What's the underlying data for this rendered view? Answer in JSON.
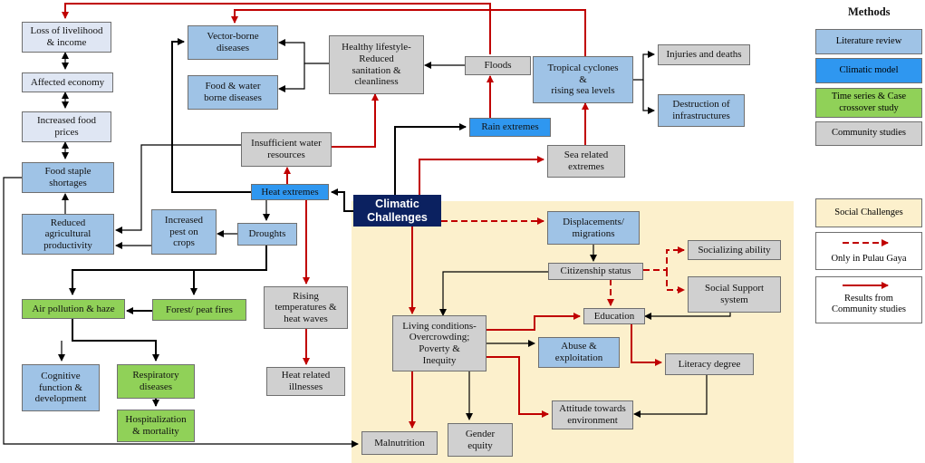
{
  "nodes": {
    "loss_livelihood": "Loss of livelihood\n& income",
    "affected_economy": "Affected economy",
    "food_prices": "Increased food\nprices",
    "food_staple": "Food staple\nshortages",
    "reduced_agri": "Reduced\nagricultural\nproductivity",
    "increased_pest": "Increased\npest on\ncrops",
    "droughts": "Droughts",
    "heat_extremes": "Heat extremes",
    "insufficient_water": "Insufficient water\nresources",
    "vector_borne": "Vector-borne\ndiseases",
    "food_water": "Food & water\nborne diseases",
    "healthy_lifestyle": "Healthy lifestyle-\nReduced\nsanitation &\ncleanliness",
    "floods": "Floods",
    "tropical_cyclones": "Tropical cyclones\n&\nrising sea levels",
    "injuries_deaths": "Injuries and deaths",
    "destruction": "Destruction of\ninfrastructures",
    "rain_extremes": "Rain extremes",
    "sea_related": "Sea related\nextremes",
    "climatic_challenges": "Climatic\nChallenges",
    "air_pollution": "Air pollution & haze",
    "forest_fires": "Forest/ peat fires",
    "cognitive": "Cognitive\nfunction &\ndevelopment",
    "respiratory": "Respiratory\ndiseases",
    "hospitalization": "Hospitalization\n& mortality",
    "rising_temps": "Rising\ntemperatures &\nheat waves",
    "heat_illnesses": "Heat related\nillnesses",
    "displacements": "Displacements/\nmigrations",
    "citizenship": "Citizenship status",
    "socializing": "Socializing ability",
    "social_support": "Social Support\nsystem",
    "education": "Education",
    "living_conditions": "Living conditions-\nOvercrowding;\nPoverty &\nInequity",
    "abuse": "Abuse &\nexploitation",
    "literacy": "Literacy degree",
    "attitude": "Attitude towards\nenvironment",
    "gender_equity": "Gender\nequity",
    "malnutrition": "Malnutrition"
  },
  "legend": {
    "title": "Methods",
    "literature_review": "Literature review",
    "climatic_model": "Climatic model",
    "time_series": "Time series & Case\ncrossover study",
    "community_studies": "Community studies",
    "social_challenges": "Social Challenges",
    "only_pulau_gaya": "Only in Pulau Gaya",
    "results_community": "Results from\nCommunity studies"
  },
  "colors": {
    "literature_review": "#9fc3e6",
    "climatic_model": "#2f97f0",
    "time_series": "#90d158",
    "community_studies": "#d0d0d0",
    "social_challenges": "#fcf0cc",
    "core": "#0b2160",
    "red_arrow": "#c00000",
    "black_arrow": "#000000"
  }
}
